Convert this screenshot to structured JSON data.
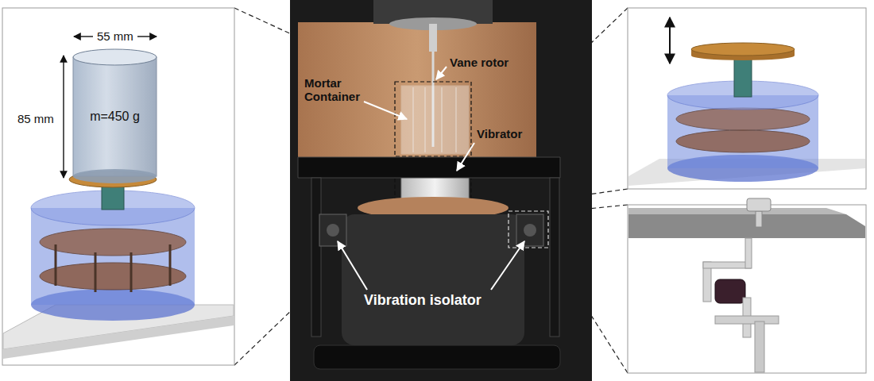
{
  "diagram": {
    "labels": [
      "55 mm",
      "85 mm",
      "m=450 g",
      "Vane rotor",
      "Mortar Container",
      "Vibrator",
      "Vibration isolator"
    ]
  }
}
